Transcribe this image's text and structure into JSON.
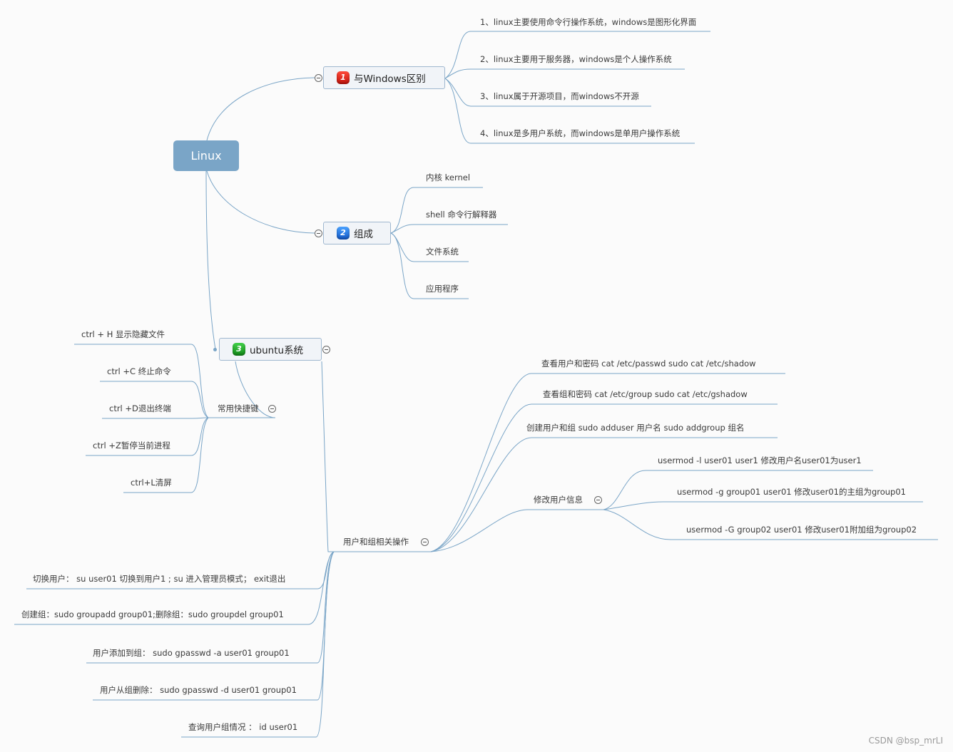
{
  "root": {
    "label": "Linux"
  },
  "branches": {
    "windows": {
      "badge": "1",
      "label": "与Windows区别",
      "items": [
        "1、linux主要使用命令行操作系统，windows是图形化界面",
        "2、linux主要用于服务器，windows是个人操作系统",
        "3、linux属于开源项目，而windows不开源",
        "4、linux是多用户系统，而windows是单用户操作系统"
      ]
    },
    "composition": {
      "badge": "2",
      "label": "组成",
      "items": [
        "内核 kernel",
        "shell 命令行解释器",
        "文件系统",
        "应用程序"
      ]
    },
    "ubuntu": {
      "badge": "3",
      "label": "ubuntu系统",
      "shortcuts": {
        "label": "常用快捷键",
        "items": [
          "ctrl + H 显示隐藏文件",
          "ctrl +C 终止命令",
          "ctrl +D退出终端",
          "ctrl +Z暂停当前进程",
          "ctrl+L清屏"
        ]
      },
      "users": {
        "label": "用户和组相关操作",
        "right_items": [
          "查看用户和密码 cat /etc/passwd sudo cat /etc/shadow",
          "查看组和密码 cat /etc/group sudo cat /etc/gshadow",
          "创建用户和组 sudo adduser 用户名 sudo addgroup 组名"
        ],
        "modify": {
          "label": "修改用户信息",
          "items": [
            "usermod -l user01 user1 修改用户名user01为user1",
            "usermod -g group01 user01 修改user01的主组为group01",
            "usermod -G group02 user01 修改user01附加组为group02"
          ]
        },
        "left_items": [
          "切换用户： su user01 切换到用户1 ; su 进入管理员模式； exit退出",
          "创建组：sudo groupadd group01;删除组：sudo groupdel group01",
          "用户添加到组： sudo gpasswd -a user01 group01",
          "用户从组删除： sudo gpasswd -d user01 group01",
          "查询用户组情况 ： id user01"
        ]
      }
    }
  },
  "watermark": "CSDN @bsp_mrLI",
  "colors": {
    "line": "#7aa5c7",
    "root": "#7aa5c7",
    "topic_border": "#9fb7cf"
  },
  "icons": [
    "collapse-icon"
  ]
}
